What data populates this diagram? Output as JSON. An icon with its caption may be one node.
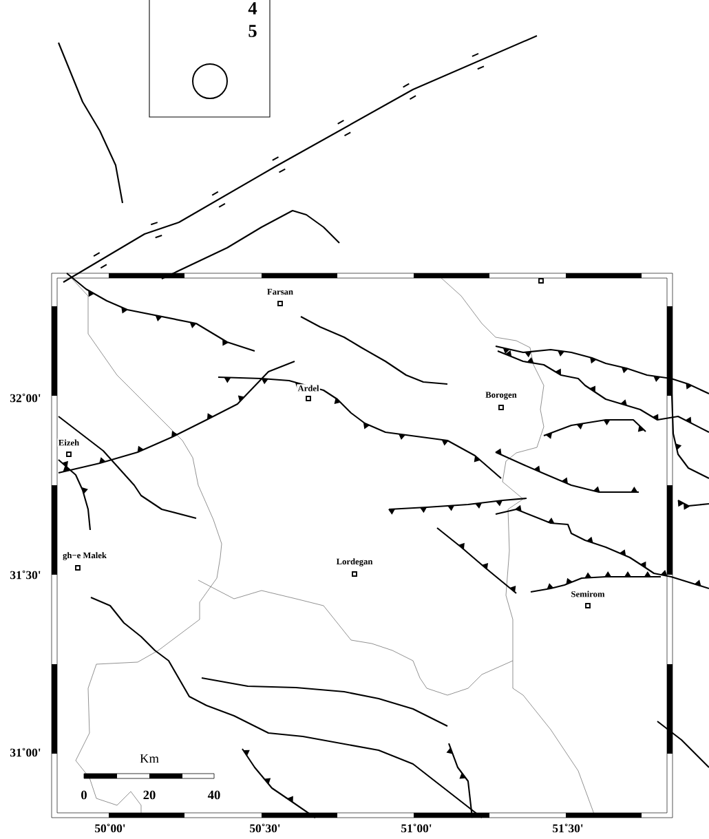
{
  "diagram": {
    "labels": [
      "4",
      "5",
      "Farsan",
      "Ardel",
      "Borogen",
      "Eizeh",
      "gh−e Malek",
      "Lordegan",
      "Semirom",
      "32˚00'",
      "31˚30'",
      "31˚00'",
      "Km",
      "0",
      "20",
      "40",
      "50˚00'",
      "50˚30'",
      "51˚00'",
      "51˚30'"
    ]
  }
}
